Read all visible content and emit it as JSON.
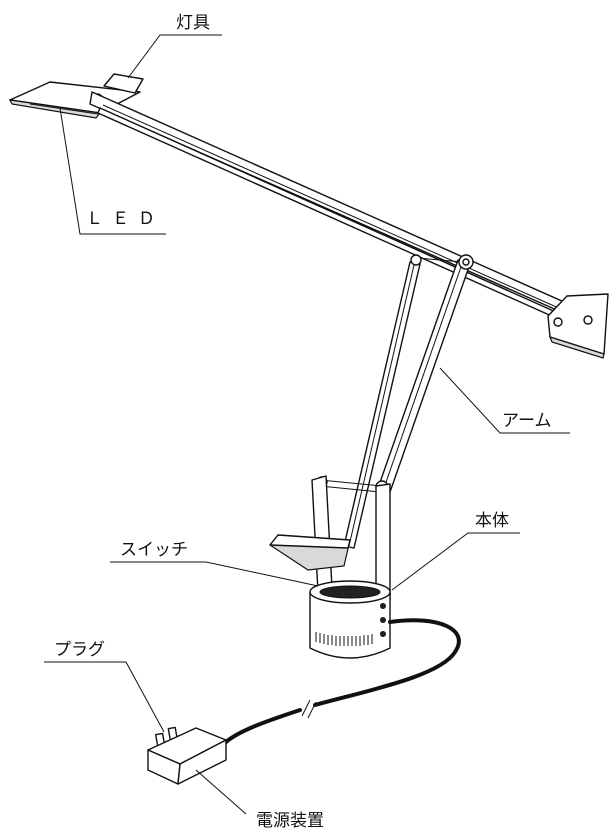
{
  "labels": {
    "lamp_head": "灯具",
    "led": "ＬＥＤ",
    "arm": "アーム",
    "body": "本体",
    "switch": "スイッチ",
    "plug": "プラグ",
    "power_unit": "電源装置"
  },
  "colors": {
    "line": "#111111",
    "background": "#ffffff",
    "shade": "#d9d9d9"
  }
}
